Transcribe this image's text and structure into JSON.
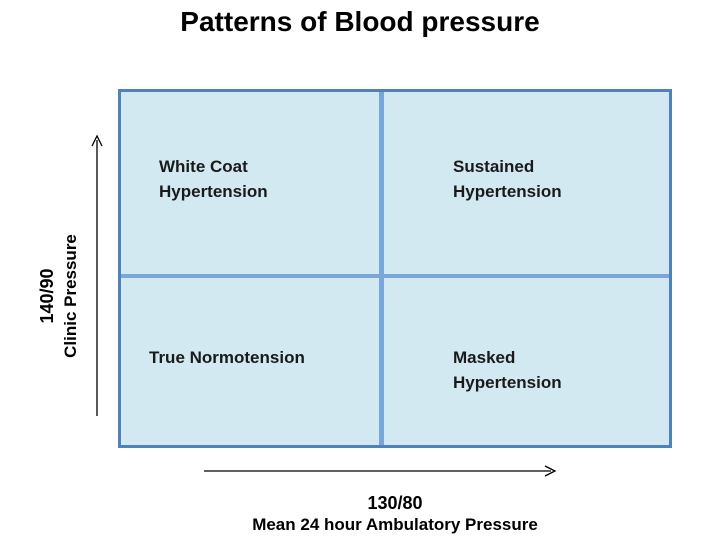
{
  "title": "Patterns of Blood pressure",
  "quadrants": {
    "top_left": {
      "line1": "White Coat",
      "line2": "Hypertension"
    },
    "top_right": {
      "line1": "Sustained",
      "line2": "Hypertension"
    },
    "bottom_left": {
      "line1": "True Normotension"
    },
    "bottom_right": {
      "line1": "Masked",
      "line2": "Hypertension"
    }
  },
  "y_axis": {
    "threshold": "140/90",
    "label": "Clinic Pressure"
  },
  "x_axis": {
    "threshold": "130/80",
    "label": "Mean 24 hour Ambulatory Pressure"
  },
  "colors": {
    "cell_fill": "#d2e9f2",
    "border": "#4f81bd",
    "divider": "#7aa7d9"
  }
}
